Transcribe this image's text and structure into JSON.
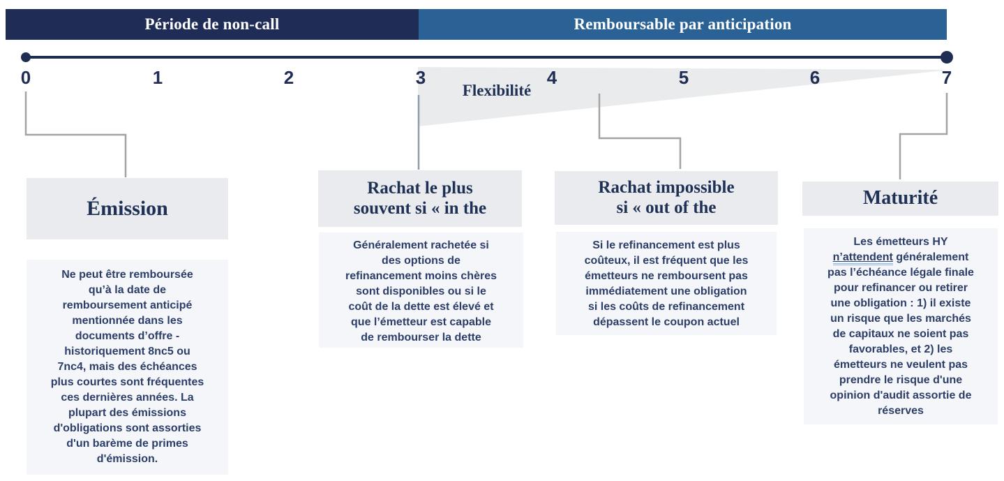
{
  "header": {
    "noncall_label": "Période de non-call",
    "callable_label": "Remboursable par anticipation"
  },
  "timeline": {
    "ticks": [
      "0",
      "1",
      "2",
      "3",
      "4",
      "5",
      "6",
      "7"
    ],
    "flexibility_label": "Flexibilité"
  },
  "boxes": [
    {
      "title": [
        "Émission"
      ],
      "body": [
        "Ne peut être remboursée",
        "qu’à la date de",
        "remboursement anticipé",
        "mentionnée dans les",
        "documents d’offre -",
        "historiquement 8nc5 ou",
        "7nc4, mais des échéances",
        "plus courtes sont fréquentes",
        "ces dernières années. La",
        "plupart des émissions",
        "d'obligations sont assorties",
        "d'un barème de primes",
        "d'émission."
      ]
    },
    {
      "title": [
        "Rachat le plus",
        "souvent si « in the"
      ],
      "body": [
        "Généralement rachetée si",
        "des options de",
        "refinancement moins chères",
        "sont disponibles ou si le",
        "coût de la dette est élevé et",
        "que l’émetteur est capable",
        "de rembourser la dette"
      ]
    },
    {
      "title": [
        "Rachat impossible",
        "si « out of the"
      ],
      "body": [
        "Si le refinancement est plus",
        "coûteux, il est fréquent que les",
        "émetteurs ne remboursent pas",
        "immédiatement une obligation",
        "si les coûts de refinancement",
        "dépassent le coupon actuel"
      ]
    },
    {
      "title": [
        "Maturité"
      ],
      "body_pre": "Les émetteurs HY\n",
      "body_underlined": "n’attendent",
      "body_post": " généralement\npas l’échéance légale finale\npour refinancer ou retirer\nune obligation : 1) il existe\nun risque que les marchés\nde capitaux ne soient pas\nfavorables, et 2) les\németteurs ne veulent pas\nprendre le risque d'une\nopinion d'audit assortie de\nréserves"
    }
  ],
  "colors": {
    "navy-dark": "#1f2c55",
    "blue-mid": "#2b6295",
    "navy-text": "#1f3055",
    "body-text": "#2c3e68",
    "title-bg": "#e9ebee",
    "body-bg": "#f4f6f9",
    "wedge": "#e9ebed",
    "connector": "#a3a3a3",
    "timeline": "#1f2d54",
    "underline-blue": "#8eb4e3"
  }
}
